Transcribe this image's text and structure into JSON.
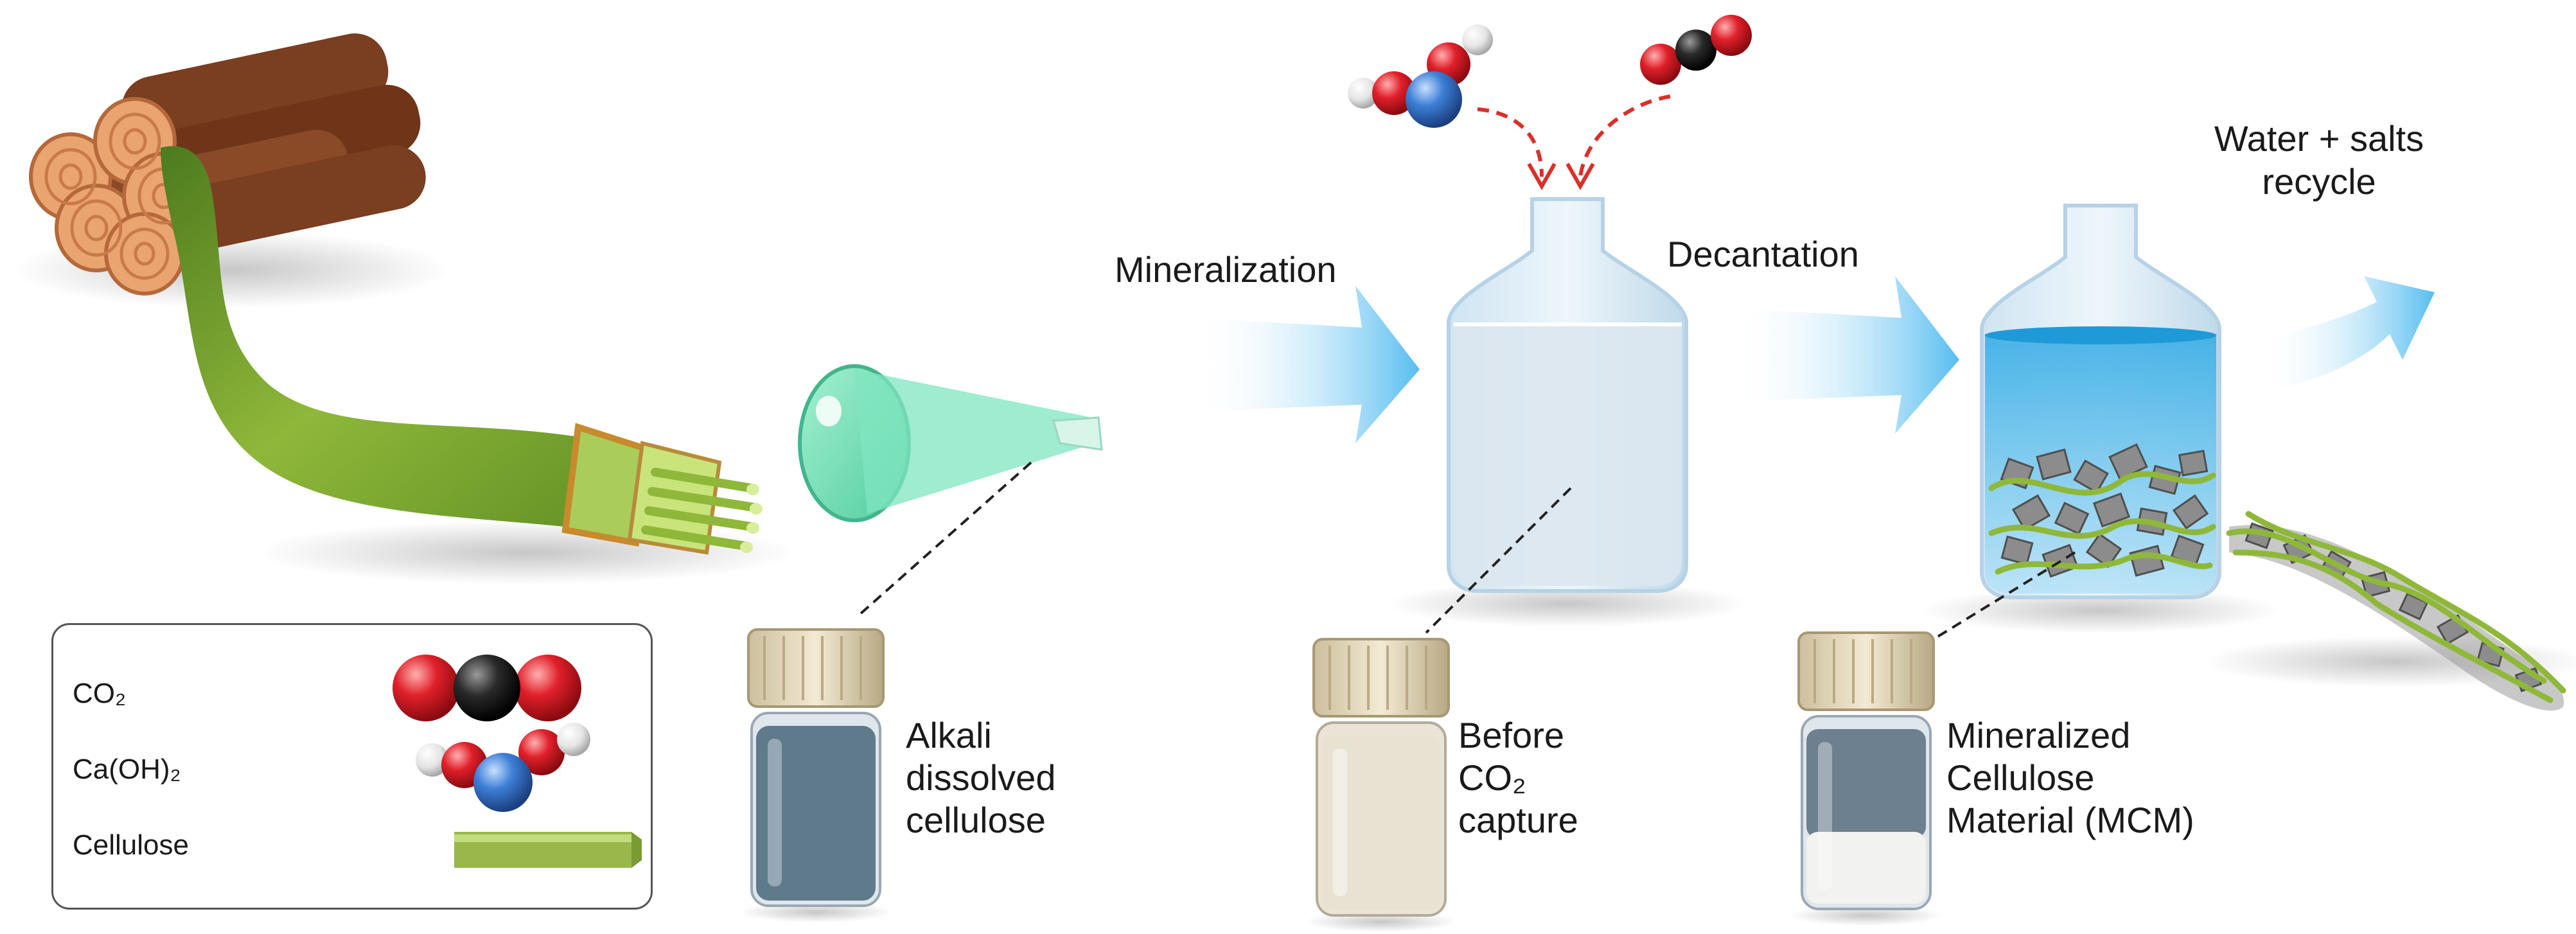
{
  "steps": {
    "mineralization": "Mineralization",
    "decantation": "Decantation",
    "recycle_line1": "Water + salts",
    "recycle_line2": "recycle"
  },
  "vials": [
    {
      "lines": [
        "Alkali",
        "dissolved",
        "cellulose"
      ],
      "liquid": "#5f7a8a"
    },
    {
      "lines": [
        "Before",
        "CO₂",
        "capture"
      ],
      "liquid": "#e8e2d2"
    },
    {
      "lines": [
        "Mineralized",
        "Cellulose",
        "Material (MCM)"
      ],
      "liquid": "#6d8090"
    }
  ],
  "legend": {
    "items": [
      {
        "label": "CO₂",
        "icon": "co2-molecule-icon"
      },
      {
        "label": "Ca(OH)₂",
        "icon": "calcium-hydroxide-molecule-icon"
      },
      {
        "label": "Cellulose",
        "icon": "cellulose-fiber-icon"
      }
    ]
  },
  "colors": {
    "oxygen": "#e0202a",
    "carbon": "#2a2a2a",
    "calcium": "#3d7fd6",
    "hydrogen": "#e8e8e8",
    "cellulose": "#9ab84a",
    "wood": "#8a4a28",
    "funnel": "#6fe0b8",
    "arrow": "#6cc4ee",
    "dashed_arrow": "#d9302a"
  }
}
